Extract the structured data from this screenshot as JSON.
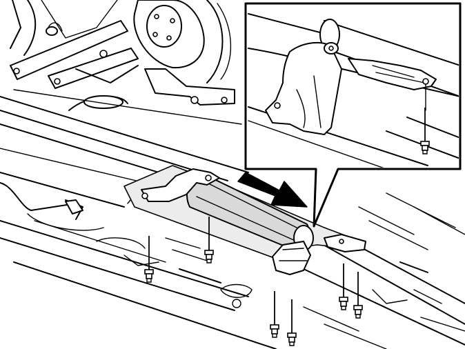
{
  "figure": {
    "subject": "exhaust-heat-shield-removal",
    "colors": {
      "line": "#000000",
      "part": "#d9d9d9",
      "background": "#ffffff",
      "arrow": "#000000"
    },
    "icons": [
      "bolt-icon",
      "direction-arrow-icon",
      "detail-callout"
    ],
    "bolt_count": {
      "main_view": 6,
      "detail_view": 1
    },
    "text_labels": []
  }
}
